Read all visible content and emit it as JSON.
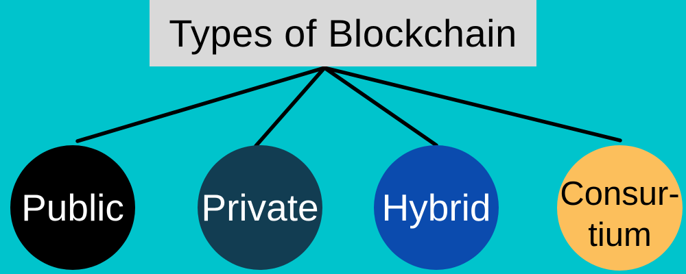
{
  "canvas": {
    "background_color": "#00c4cc"
  },
  "title": {
    "text": "Types of Blockchain",
    "background_color": "#d9d9d9",
    "text_color": "#000000"
  },
  "connectors": {
    "color": "#000000",
    "edges": [
      {
        "from": "title",
        "to": "public"
      },
      {
        "from": "title",
        "to": "private"
      },
      {
        "from": "title",
        "to": "hybrid"
      },
      {
        "from": "title",
        "to": "consortium"
      }
    ]
  },
  "nodes": [
    {
      "id": "public",
      "label": "Public",
      "color": "#000000",
      "text_color": "#ffffff"
    },
    {
      "id": "private",
      "label": "Private",
      "color": "#123d52",
      "text_color": "#ffffff"
    },
    {
      "id": "hybrid",
      "label": "Hybrid",
      "color": "#0b4bae",
      "text_color": "#ffffff"
    },
    {
      "id": "consortium",
      "label_lines": [
        "Consur-",
        "tium"
      ],
      "color": "#fcbf5c",
      "text_color": "#000000"
    }
  ]
}
